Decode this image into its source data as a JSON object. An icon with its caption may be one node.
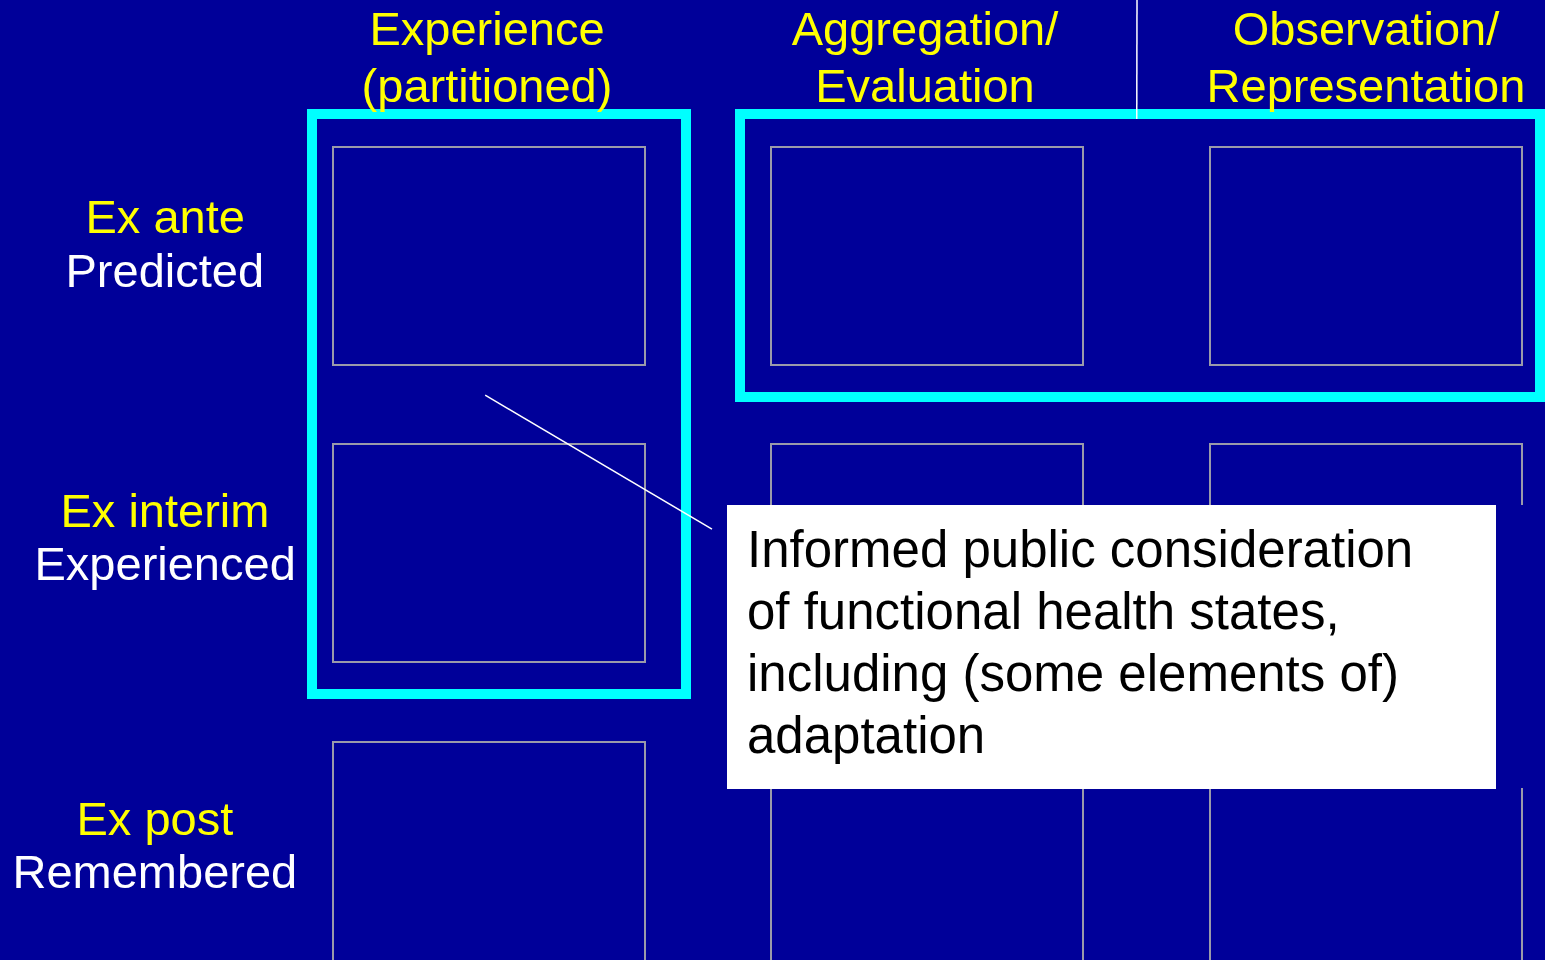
{
  "diagram": {
    "nodes": [
      {
        "text": [],
        "shape": "box"
      },
      {
        "text": [],
        "shape": "box",
        "in": 0
      },
      {
        "text": [],
        "shape": "box",
        "in": 0
      },
      {
        "text": [],
        "shape": "box"
      },
      {
        "text": [],
        "shape": "box",
        "in": 3
      },
      {
        "text": [],
        "shape": "box",
        "in": 3
      },
      {
        "text": [],
        "shape": "box"
      },
      {
        "text": [],
        "shape": "box"
      },
      {
        "text": [],
        "shape": "box"
      },
      {
        "text": [],
        "shape": "box"
      },
      {
        "text": [],
        "shape": "box"
      },
      {
        "text": [
          "Informed public consideration of functional health states, including (some elements of) adaptation"
        ]
      }
    ],
    "edges": [
      {
        "from": 11,
        "to": 0,
        "arrow": "none"
      },
      {
        "from": null,
        "to": 3,
        "arrow": "none"
      }
    ],
    "labels": [
      "Experience (partitioned)",
      "Aggregation/ Evaluation",
      "Observation/ Representation",
      "Ex ante",
      "Predicted",
      "Ex interim",
      "Experienced",
      "Ex post",
      "Remembered"
    ]
  }
}
